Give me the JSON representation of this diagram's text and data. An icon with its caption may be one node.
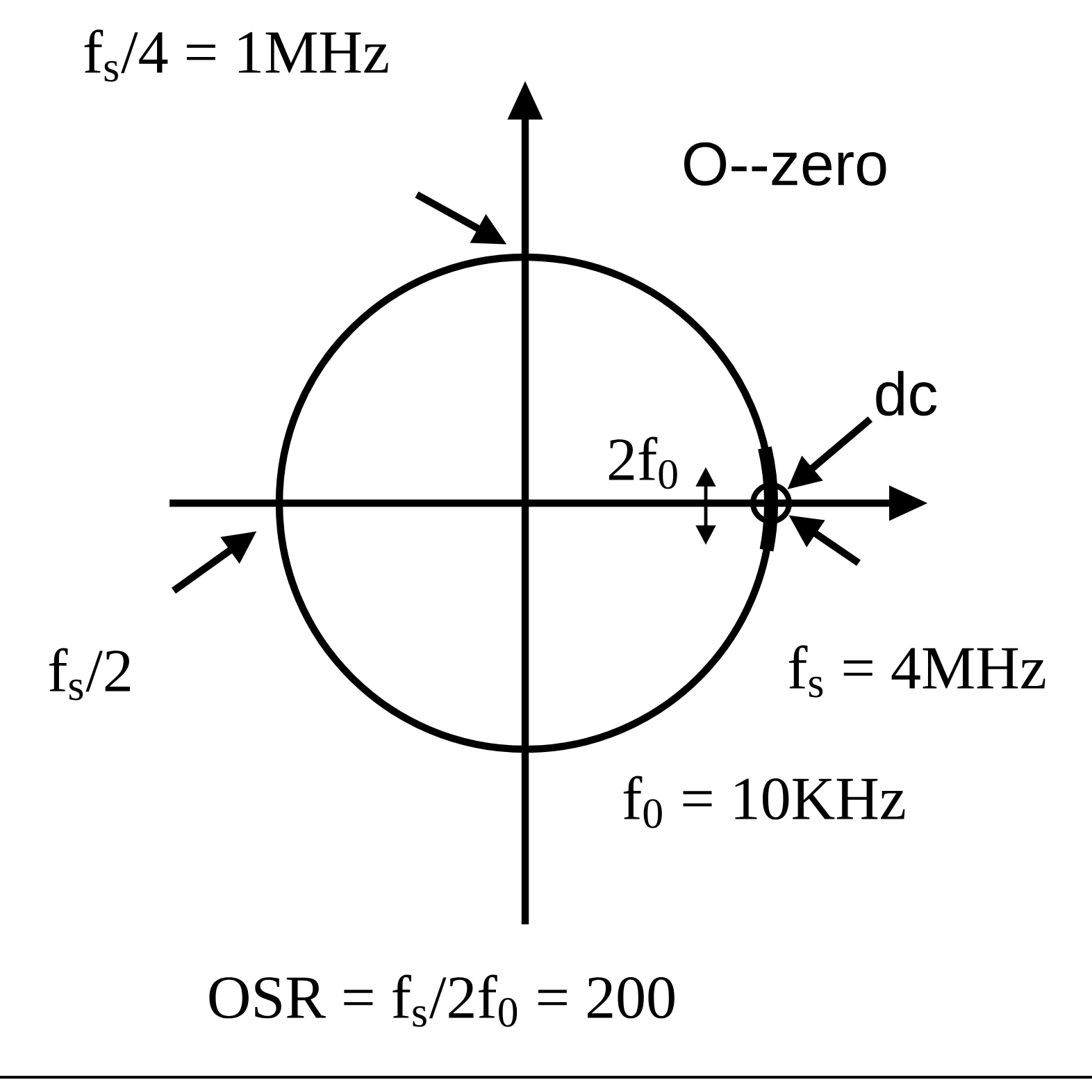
{
  "diagram": {
    "nodes": [
      {
        "text": [
          "f$_{s}$/4 = 1MHz"
        ]
      },
      {
        "text": [
          "dc"
        ]
      },
      {
        "text": [],
        "shape": "circle"
      },
      {
        "text": [
          "f$_{s}$ = 4MHz"
        ]
      },
      {
        "text": [
          "f$_{s}$/2"
        ]
      }
    ],
    "edges": [
      {
        "from": 1,
        "to": 2,
        "arrow": "to"
      },
      {
        "from": null,
        "to": 2,
        "arrow": "to"
      }
    ],
    "labels": [
      "O--zero",
      "2f$_{0}$",
      "f$_{0}$ = 10KHz",
      "OSR = f$_{s}$/2f$_{0}$ = 200"
    ]
  }
}
